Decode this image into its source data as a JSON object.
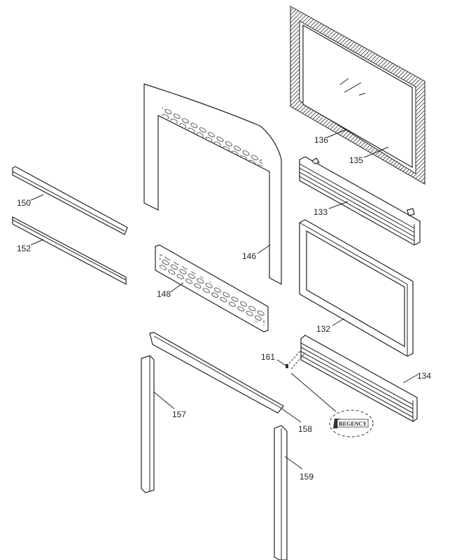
{
  "diagram": {
    "parts": [
      {
        "id": "136",
        "label": "136"
      },
      {
        "id": "135",
        "label": "135"
      },
      {
        "id": "133",
        "label": "133"
      },
      {
        "id": "132",
        "label": "132"
      },
      {
        "id": "134",
        "label": "134"
      },
      {
        "id": "161",
        "label": "161"
      },
      {
        "id": "158",
        "label": "158"
      },
      {
        "id": "159",
        "label": "159"
      },
      {
        "id": "157",
        "label": "157"
      },
      {
        "id": "148",
        "label": "148"
      },
      {
        "id": "146",
        "label": "146"
      },
      {
        "id": "150",
        "label": "150"
      },
      {
        "id": "152",
        "label": "152"
      }
    ],
    "logo_text": "REGENCY"
  }
}
